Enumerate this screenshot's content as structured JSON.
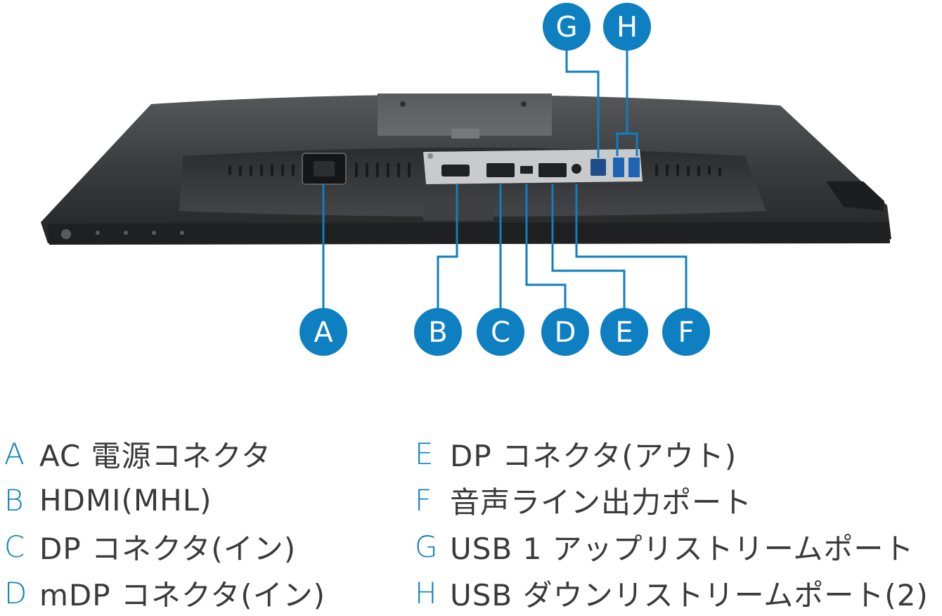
{
  "callouts": [
    {
      "letter": "A",
      "description": "AC 電源コネクタ"
    },
    {
      "letter": "B",
      "description": "HDMI(MHL)"
    },
    {
      "letter": "C",
      "description": "DP コネクタ(イン)"
    },
    {
      "letter": "D",
      "description": "mDP コネクタ(イン)"
    },
    {
      "letter": "E",
      "description": "DP コネクタ(アウト)"
    },
    {
      "letter": "F",
      "description": "音声ライン出力ポート"
    },
    {
      "letter": "G",
      "description": "USB 1 アップリストリームポート"
    },
    {
      "letter": "H",
      "description": "USB ダウンリストリームポート(2)"
    }
  ],
  "colors": {
    "accent": "#0e7fc0",
    "monitor_body": "#3b3c3e",
    "port_panel": "#c9cacc"
  }
}
